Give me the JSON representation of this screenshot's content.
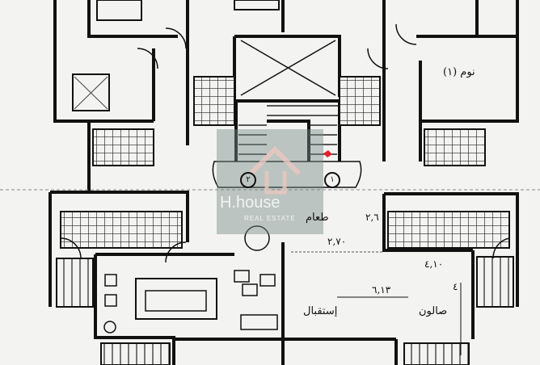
{
  "plan": {
    "labels": {
      "bedroom_1": "نوم (١)",
      "dining": "طعام",
      "reception": "إستقبال",
      "salon": "صالون"
    },
    "dimensions": {
      "dining_width": "٢,٦",
      "dining_depth": "٢,٧٠",
      "salon_width": "٤,١٠",
      "reception_length": "٦,١٣",
      "salon_side": "٤"
    },
    "apartment_numbers": {
      "left": "٢",
      "right": "١"
    }
  },
  "watermark": {
    "brand": "H.house",
    "tagline": "REAL ESTATE"
  },
  "colors": {
    "line": "#111111",
    "paper": "#f3f3f1",
    "watermark": "#7d8f8a",
    "marker": "#e0202a"
  }
}
